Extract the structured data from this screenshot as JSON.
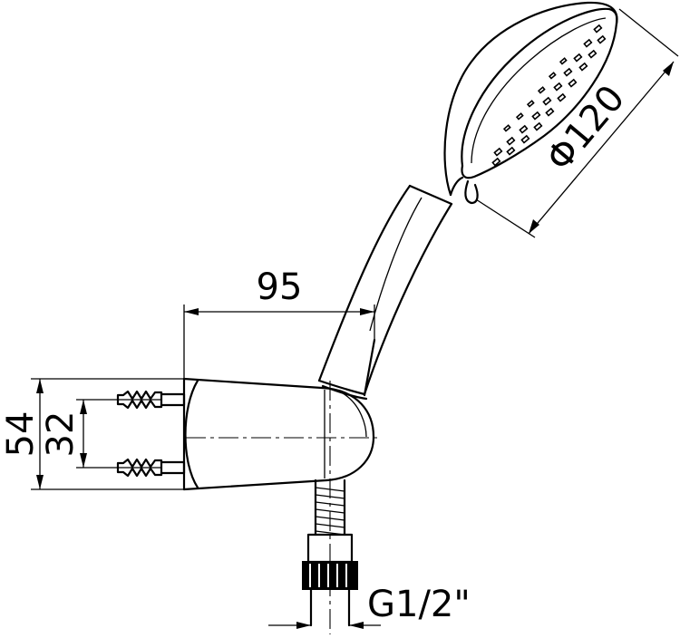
{
  "dimensions": {
    "width_95": "95",
    "diameter_120": "Φ120",
    "height_54": "54",
    "spacing_32": "32",
    "thread_g12": "G1/2\""
  }
}
